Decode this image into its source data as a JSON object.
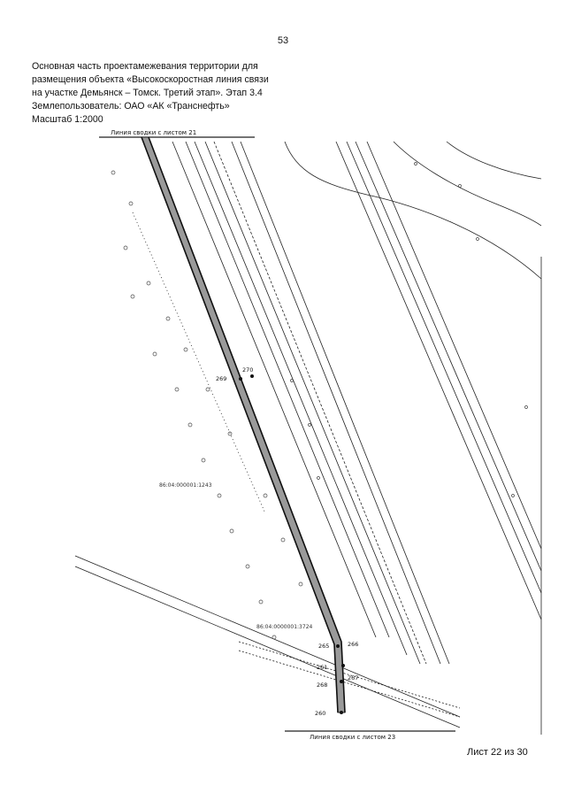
{
  "page": {
    "number": "53",
    "title_lines": [
      "Основная часть проектамежевания территории для",
      "размещения объекта «Высокоскоростная линия связи",
      "на участке Демьянск – Томск. Третий этап». Этап 3.4",
      "Землепользователь: ОАО «АК «Транснефть»",
      "Масштаб 1:2000"
    ],
    "sheet_label": "Лист 22 из 30"
  },
  "map": {
    "top_match_line": "Линия сводки с листом 21",
    "bottom_match_line": "Линия сводки с листом 23",
    "parcel_label_1": "86:04:000001:1243",
    "parcel_label_2": "86:04:0000001:3724",
    "points": {
      "p260": "260",
      "p261": "261",
      "p265": "265",
      "p266": "266",
      "p267": "267",
      "p268": "268",
      "p269": "269",
      "p270": "270"
    },
    "colors": {
      "ink": "#222222",
      "corridor_fill": "#9a9a9a"
    }
  }
}
